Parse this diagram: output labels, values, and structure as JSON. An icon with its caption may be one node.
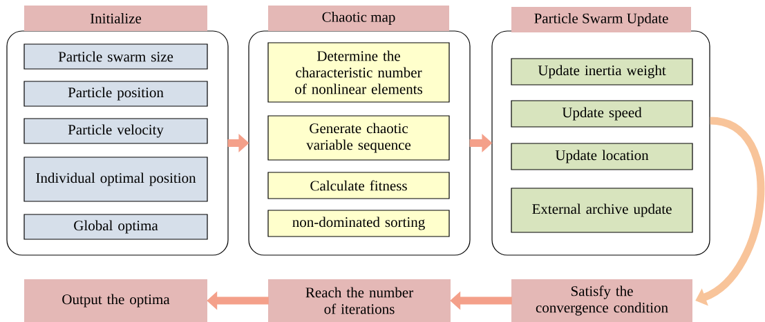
{
  "diagram": {
    "nodes": [
      {
        "text": [
          "Initialize"
        ]
      },
      {
        "text": [
          "Particle swarm size"
        ],
        "in": 0
      },
      {
        "text": [
          "Particle position"
        ],
        "in": 0
      },
      {
        "text": [
          "Particle velocity"
        ],
        "in": 0
      },
      {
        "text": [
          "Individual optimal position"
        ],
        "in": 0
      },
      {
        "text": [
          "Global optima"
        ],
        "in": 0
      },
      {
        "text": [
          "Chaotic map"
        ]
      },
      {
        "text": [
          "Determine the characteristic number of nonlinear elements"
        ],
        "in": 6
      },
      {
        "text": [
          "Generate chaotic variable sequence"
        ],
        "in": 6
      },
      {
        "text": [
          "Calculate fitness"
        ],
        "in": 6
      },
      {
        "text": [
          "non-dominated sorting"
        ],
        "in": 6
      },
      {
        "text": [
          "Particle Swarm Update"
        ]
      },
      {
        "text": [
          "Update inertia weight"
        ],
        "in": 11
      },
      {
        "text": [
          "Update speed"
        ],
        "in": 11
      },
      {
        "text": [
          "Update location"
        ],
        "in": 11
      },
      {
        "text": [
          "External archive update"
        ],
        "in": 11
      },
      {
        "text": [
          "Satisfy the convergence condition"
        ]
      },
      {
        "text": [
          "Reach the number of iterations"
        ]
      },
      {
        "text": [
          "Output the optima"
        ]
      }
    ],
    "edges": [
      {
        "from": 0,
        "to": 6,
        "arrow": "to"
      },
      {
        "from": 6,
        "to": 11,
        "arrow": "to"
      },
      {
        "from": 11,
        "to": 16,
        "arrow": "to",
        "color": "#f8c49a"
      },
      {
        "from": 16,
        "to": 17,
        "arrow": "to"
      },
      {
        "from": 17,
        "to": 18,
        "arrow": "to"
      }
    ]
  }
}
